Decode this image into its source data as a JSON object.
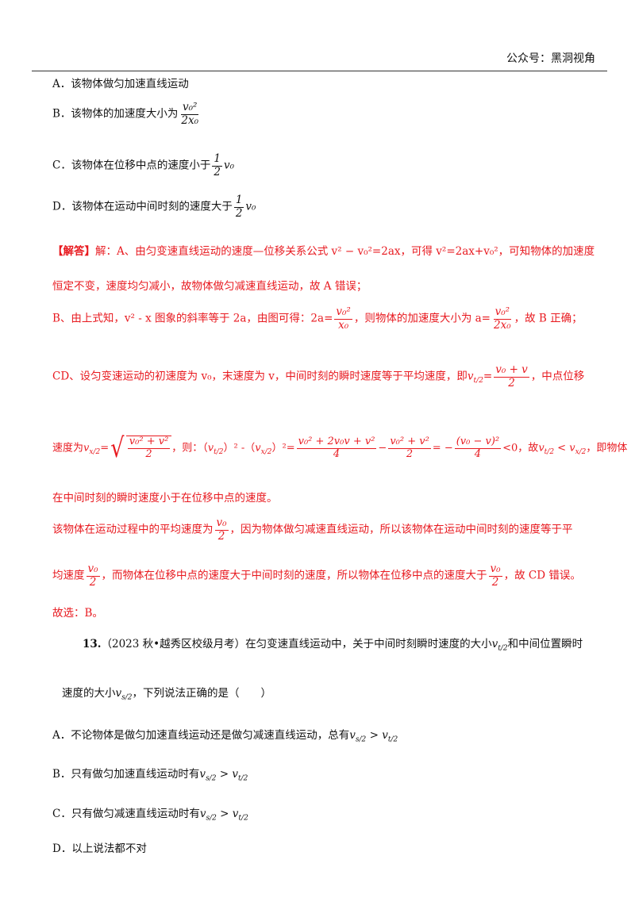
{
  "header": {
    "watermark": "公众号：黑洞视角"
  },
  "q12_options": {
    "A": "A．该物体做匀加速直线运动",
    "B_prefix": "B．该物体的加速度大小为",
    "B_num": "v₀²",
    "B_den": "2x₀",
    "C_prefix": "C．该物体在位移中点的速度小于",
    "C_frac_n": "1",
    "C_frac_d": "2",
    "C_suffix": "v₀",
    "D_prefix": "D．该物体在运动中间时刻的速度大于",
    "D_frac_n": "1",
    "D_frac_d": "2",
    "D_suffix": "v₀"
  },
  "solution": {
    "label": "【解答】",
    "l1a": "解：A、由匀变速直线运动的速度—位移关系公式 v² − v₀²=2ax，可得 v²=2ax+v₀²，可知物体的加速度",
    "l2": "恒定不变，速度均匀减小，故物体做匀减速直线运动，故 A 错误；",
    "l3a": "B、由上式知，v² - x 图象的斜率等于 2a，由图可得：2a=",
    "l3_n1": "v₀²",
    "l3_d1": "x₀",
    "l3b": "，则物体的加速度大小为 a=",
    "l3_n2": "v₀²",
    "l3_d2": "2x₀",
    "l3c": "，故 B 正确；",
    "l4a": "CD、设匀变速运动的初速度为 v₀，末速度为 v，中间时刻的瞬时速度等于平均速度，即",
    "l4_v": "v",
    "l4_sub": "t/2",
    "l4_eq": "=",
    "l4_n": "v₀ + v",
    "l4_d": "2",
    "l4b": "，中点位移",
    "l5a": "速度为",
    "l5_vx": "v",
    "l5_vx_sub": "x/2",
    "l5_eq": "=",
    "l5_rad_n": "v₀² + v²",
    "l5_rad_d": "2",
    "l5b": "，则：（",
    "l5_vt": "v",
    "l5_vt_sub": "t/2",
    "l5c": "）² -（",
    "l5_vx2": "v",
    "l5_vx2_sub": "x/2",
    "l5d": "）²=",
    "l5_n3": "v₀² + 2v₀v + v²",
    "l5_d3": "4",
    "l5_minus": "−",
    "l5_n4": "v₀² + v²",
    "l5_d4": "2",
    "l5_eq2": "= −",
    "l5_n5": "(v₀ − v)²",
    "l5_d5": "4",
    "l5e": "<0，故",
    "l5_vt2": "v",
    "l5_vt2_sub": "t/2",
    "l5_lt": " < ",
    "l5_vx3": "v",
    "l5_vx3_sub": "x/2",
    "l5f": "，即物体",
    "l6": "在中间时刻的瞬时速度小于在位移中点的速度。",
    "l7a": "该物体在运动过程中的平均速度为",
    "l7_n": "v₀",
    "l7_d": "2",
    "l7b": "，因为物体做匀减速直线运动，所以该物体在运动中间时刻的速度等于平",
    "l8a": "均速度",
    "l8_n1": "v₀",
    "l8_d1": "2",
    "l8b": "，而物体在位移中点的速度大于中间时刻的速度，所以物体在位移中点的速度大于",
    "l8_n2": "v₀",
    "l8_d2": "2",
    "l8c": "，故 CD 错误。",
    "l9": "故选：B。"
  },
  "q13": {
    "num": "13.",
    "stem1": "（2023 秋•越秀区校级月考）在匀变速直线运动中，关于中间时刻瞬时速度的大小",
    "stem1_v": "v",
    "stem1_sub": "t/2",
    "stem1b": "和中间位置瞬时",
    "stem2a": "速度的大小",
    "stem2_v": "v",
    "stem2_sub": "s/2",
    "stem2b": "，下列说法正确的是（　　）",
    "A": "A．不论物体是做匀加速直线运动还是做匀减速直线运动，总有",
    "B": "B．只有做匀加速直线运动时有",
    "C": "C．只有做匀减速直线运动时有",
    "rel_v1": "v",
    "rel_sub1": "s/2",
    "rel_gt": " > ",
    "rel_v2": "v",
    "rel_sub2": "t/2",
    "D": "D．以上说法都不对"
  }
}
